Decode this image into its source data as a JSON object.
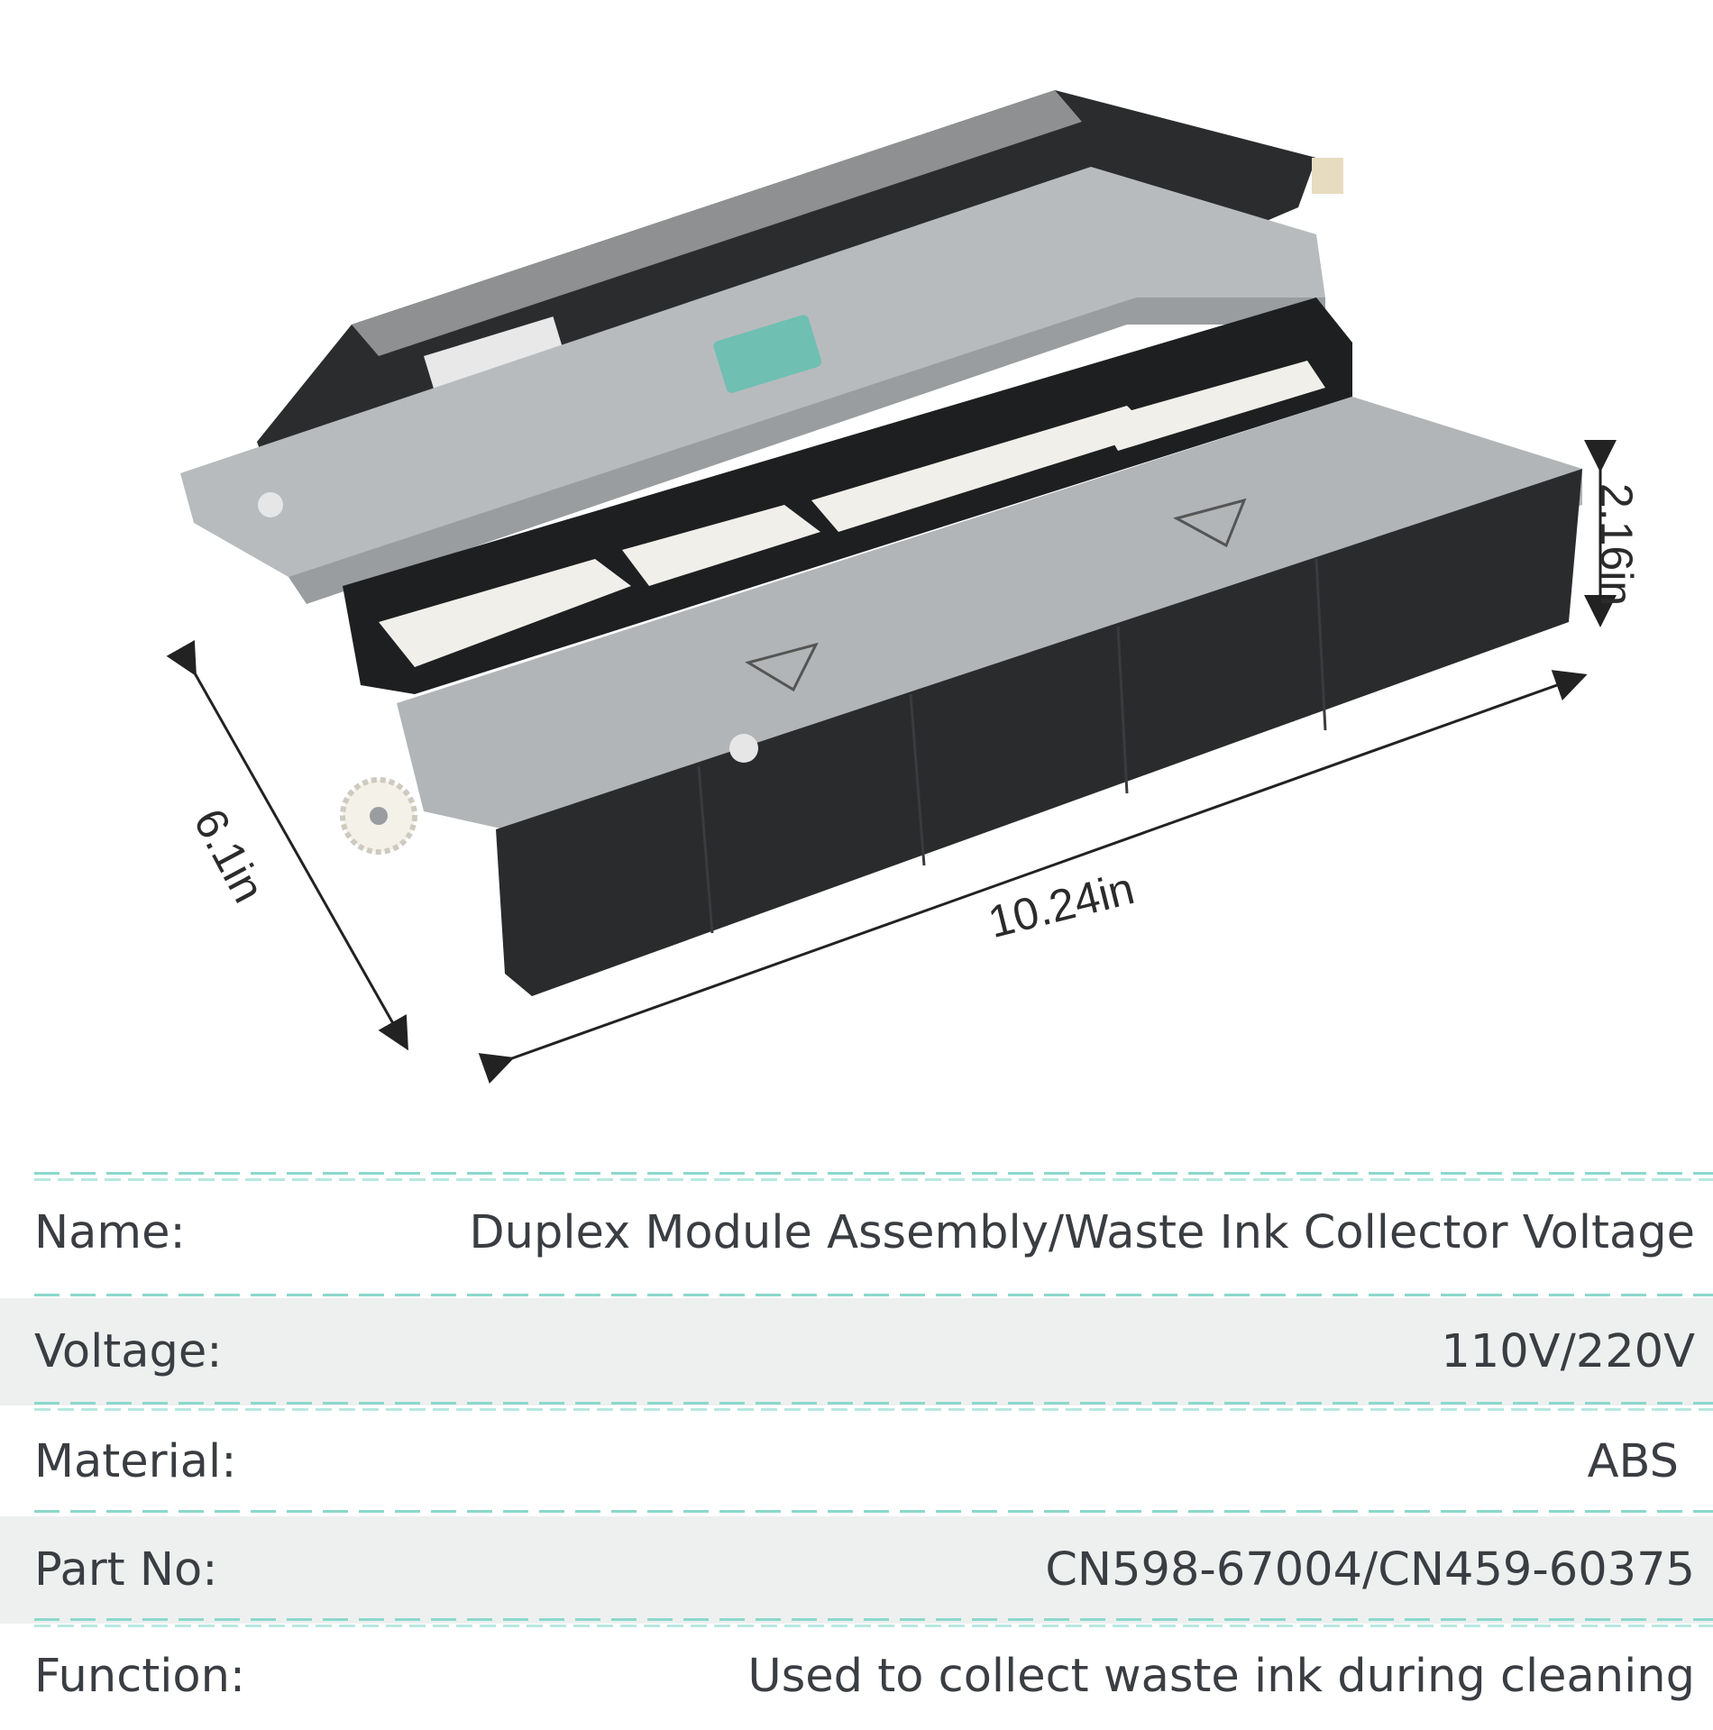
{
  "dimensions": {
    "width": "10.24in",
    "depth": "6.1in",
    "height": "2.16in"
  },
  "specs": [
    {
      "label": "Name:",
      "value": "Duplex Module Assembly/Waste Ink Collector Voltage"
    },
    {
      "label": "Voltage:",
      "value": "110V/220V"
    },
    {
      "label": "Material:",
      "value": "ABS"
    },
    {
      "label": "Part No:",
      "value": "CN598-67004/CN459-60375"
    },
    {
      "label": "Function:",
      "value": "Used to collect waste ink during cleaning"
    }
  ],
  "colors": {
    "divider": "#8bd8cc",
    "text": "#3a3d42",
    "housing_gray": "#b9bcbf",
    "housing_dark": "#2a2b2d",
    "pad_white": "#f1efe9",
    "latch_teal": "#6fbfb3"
  }
}
